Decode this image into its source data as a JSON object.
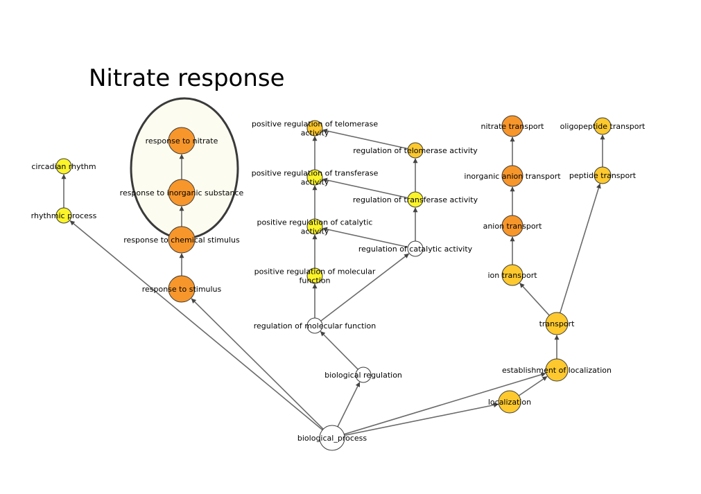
{
  "title": "Nitrate response",
  "colors": {
    "orange": "#f7962b",
    "gold": "#fdc92e",
    "yellow": "#fbf42b",
    "white": "#ffffff",
    "highlight_fill": "#fdfcf0",
    "highlight_stroke": "#3a3a3a",
    "edge": "#6a6a6a"
  },
  "nodes": [
    {
      "id": "biological_process",
      "lines": [
        "biological_process"
      ],
      "color": "white"
    },
    {
      "id": "biological_regulation",
      "lines": [
        "biological regulation"
      ],
      "color": "white"
    },
    {
      "id": "regulation_of_molecular_function",
      "lines": [
        "regulation of molecular function"
      ],
      "color": "white"
    },
    {
      "id": "regulation_of_catalytic_activity",
      "lines": [
        "regulation of catalytic activity"
      ],
      "color": "white"
    },
    {
      "id": "positive_regulation_of_molecular_function",
      "lines": [
        "positive regulation of molecular",
        "function"
      ],
      "color": "yellow"
    },
    {
      "id": "positive_regulation_of_catalytic_activity",
      "lines": [
        "positive regulation of catalytic",
        "activity"
      ],
      "color": "yellow"
    },
    {
      "id": "positive_regulation_of_transferase_activity",
      "lines": [
        "positive regulation of transferase",
        "activity"
      ],
      "color": "yellow"
    },
    {
      "id": "positive_regulation_of_telomerase_activity",
      "lines": [
        "positive regulation of telomerase",
        "activity"
      ],
      "color": "gold"
    },
    {
      "id": "regulation_of_telomerase_activity",
      "lines": [
        "regulation of telomerase activity"
      ],
      "color": "gold"
    },
    {
      "id": "regulation_of_transferase_activity",
      "lines": [
        "regulation of transferase activity"
      ],
      "color": "yellow"
    },
    {
      "id": "response_to_stimulus",
      "lines": [
        "response to stimulus"
      ],
      "color": "orange"
    },
    {
      "id": "response_to_chemical_stimulus",
      "lines": [
        "response to chemical stimulus"
      ],
      "color": "orange"
    },
    {
      "id": "response_to_inorganic_substance",
      "lines": [
        "response to inorganic substance"
      ],
      "color": "orange"
    },
    {
      "id": "response_to_nitrate",
      "lines": [
        "response to nitrate"
      ],
      "color": "orange"
    },
    {
      "id": "rhythmic_process",
      "lines": [
        "rhythmic process"
      ],
      "color": "yellow"
    },
    {
      "id": "circadian_rhythm",
      "lines": [
        "circadian rhythm"
      ],
      "color": "yellow"
    },
    {
      "id": "localization",
      "lines": [
        "localization"
      ],
      "color": "gold"
    },
    {
      "id": "establishment_of_localization",
      "lines": [
        "establishment of localization"
      ],
      "color": "gold"
    },
    {
      "id": "transport",
      "lines": [
        "transport"
      ],
      "color": "gold"
    },
    {
      "id": "ion_transport",
      "lines": [
        "ion transport"
      ],
      "color": "gold"
    },
    {
      "id": "anion_transport",
      "lines": [
        "anion transport"
      ],
      "color": "orange"
    },
    {
      "id": "inorganic_anion_transport",
      "lines": [
        "inorganic anion transport"
      ],
      "color": "orange"
    },
    {
      "id": "nitrate_transport",
      "lines": [
        "nitrate transport"
      ],
      "color": "orange"
    },
    {
      "id": "peptide_transport",
      "lines": [
        "peptide transport"
      ],
      "color": "gold"
    },
    {
      "id": "oligopeptide_transport",
      "lines": [
        "oligopeptide transport"
      ],
      "color": "gold"
    }
  ],
  "edges": [
    {
      "from": "biological_process",
      "to": "rhythmic_process"
    },
    {
      "from": "biological_process",
      "to": "response_to_stimulus"
    },
    {
      "from": "biological_process",
      "to": "biological_regulation"
    },
    {
      "from": "biological_process",
      "to": "localization"
    },
    {
      "from": "biological_process",
      "to": "establishment_of_localization"
    },
    {
      "from": "rhythmic_process",
      "to": "circadian_rhythm"
    },
    {
      "from": "response_to_stimulus",
      "to": "response_to_chemical_stimulus"
    },
    {
      "from": "response_to_chemical_stimulus",
      "to": "response_to_inorganic_substance"
    },
    {
      "from": "response_to_inorganic_substance",
      "to": "response_to_nitrate"
    },
    {
      "from": "biological_regulation",
      "to": "regulation_of_molecular_function"
    },
    {
      "from": "regulation_of_molecular_function",
      "to": "positive_regulation_of_molecular_function"
    },
    {
      "from": "regulation_of_molecular_function",
      "to": "regulation_of_catalytic_activity"
    },
    {
      "from": "positive_regulation_of_molecular_function",
      "to": "positive_regulation_of_catalytic_activity"
    },
    {
      "from": "regulation_of_catalytic_activity",
      "to": "positive_regulation_of_catalytic_activity"
    },
    {
      "from": "regulation_of_catalytic_activity",
      "to": "regulation_of_transferase_activity"
    },
    {
      "from": "positive_regulation_of_catalytic_activity",
      "to": "positive_regulation_of_transferase_activity"
    },
    {
      "from": "regulation_of_transferase_activity",
      "to": "positive_regulation_of_transferase_activity"
    },
    {
      "from": "regulation_of_transferase_activity",
      "to": "regulation_of_telomerase_activity"
    },
    {
      "from": "positive_regulation_of_transferase_activity",
      "to": "positive_regulation_of_telomerase_activity"
    },
    {
      "from": "regulation_of_telomerase_activity",
      "to": "positive_regulation_of_telomerase_activity"
    },
    {
      "from": "localization",
      "to": "establishment_of_localization"
    },
    {
      "from": "establishment_of_localization",
      "to": "transport"
    },
    {
      "from": "transport",
      "to": "ion_transport"
    },
    {
      "from": "transport",
      "to": "peptide_transport"
    },
    {
      "from": "ion_transport",
      "to": "anion_transport"
    },
    {
      "from": "anion_transport",
      "to": "inorganic_anion_transport"
    },
    {
      "from": "inorganic_anion_transport",
      "to": "nitrate_transport"
    },
    {
      "from": "peptide_transport",
      "to": "oligopeptide_transport"
    }
  ]
}
